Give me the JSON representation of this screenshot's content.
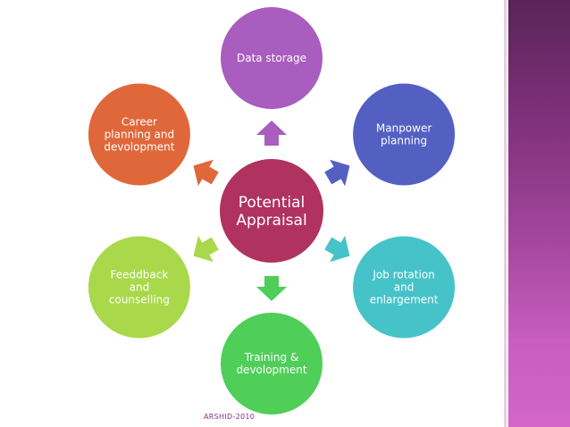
{
  "center": {
    "lines": [
      "Potential",
      "Appraisal"
    ],
    "color": "#b0325f"
  },
  "nodes": [
    {
      "id": "data-storage",
      "lines": [
        "Data storage"
      ],
      "color": "#a85dbf"
    },
    {
      "id": "manpower-planning",
      "lines": [
        "Manpower",
        "planning"
      ],
      "color": "#5360c2"
    },
    {
      "id": "job-rotation",
      "lines": [
        "Job rotation",
        "and",
        "enlargement"
      ],
      "color": "#46c3c8"
    },
    {
      "id": "training",
      "lines": [
        "Training &",
        "devolopment"
      ],
      "color": "#4fce58"
    },
    {
      "id": "feedback",
      "lines": [
        "Feeddback",
        "and",
        "counselling"
      ],
      "color": "#a9d84a"
    },
    {
      "id": "career-planning",
      "lines": [
        "Career",
        "planning and",
        "devolopment"
      ],
      "color": "#e0673a"
    }
  ],
  "footer": "ARSHID-2010"
}
